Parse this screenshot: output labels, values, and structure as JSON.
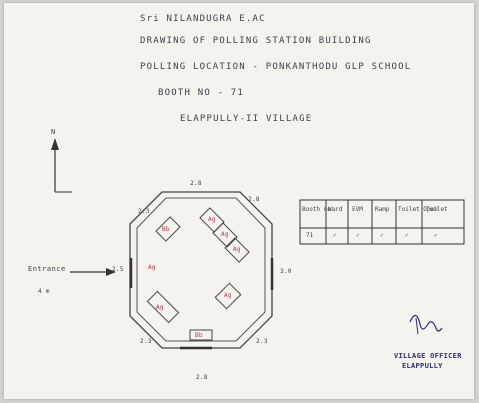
{
  "header": {
    "line1": "Sri NILANDUGRA E.AC",
    "line2": "DRAWING OF POLLING STATION BUILDING",
    "line3": "POLLING LOCATION - PONKANTHODU GLP SCHOOL",
    "line4": "BOOTH NO - 71",
    "line5": "ELAPPULLY-II VILLAGE"
  },
  "north_label": "N",
  "entrance_label": "Entrance",
  "entrance_scale": "4 m",
  "dimensions": {
    "top": "2.8",
    "top_left": "2.3",
    "top_right": "2.8",
    "right": "3.0",
    "bottom_right": "2.3",
    "bottom": "2.8",
    "bottom_left": "2.3",
    "left": "2.5"
  },
  "rooms": {
    "room_a": "Bb",
    "room_b": "Ag",
    "room_c": "Ag",
    "room_d": "Ag",
    "room_e": "Ag",
    "room_f": "Ag",
    "room_g": "Bb",
    "room_h": "Ag"
  },
  "table": {
    "headers": [
      "Booth no",
      "Ward",
      "EVM",
      "Ramp",
      "Toilet Open",
      "Toilet"
    ],
    "values": [
      "71",
      "✓",
      "✓",
      "✓",
      "✓",
      "✓"
    ]
  },
  "signature_text": "VILLAGE OFFICER\nELAPPULLY",
  "seal_line1": "VILLAGE OFFICER",
  "seal_line2": "ELAPPULLY"
}
